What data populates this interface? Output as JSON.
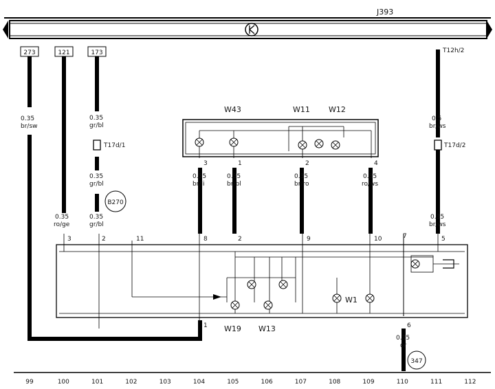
{
  "header": {
    "unit_label": "J393"
  },
  "top_boxes": [
    "273",
    "121",
    "173"
  ],
  "wires": {
    "w99": {
      "size": "0.35",
      "color": "br/sw"
    },
    "w100": {
      "size": "0.35",
      "color": "ro/ge"
    },
    "w101a": {
      "size": "0.35",
      "color": "gr/bl"
    },
    "w101b": {
      "size": "0.35",
      "color": "gr/bl"
    },
    "w101c": {
      "size": "0.35",
      "color": "gr/bl"
    },
    "w104": {
      "size": "0.35",
      "color": "br/li"
    },
    "w105": {
      "size": "0.35",
      "color": "br/bl"
    },
    "w107": {
      "size": "0.35",
      "color": "br/ro"
    },
    "w109": {
      "size": "0.35",
      "color": "ro/ws"
    },
    "w110": {
      "size": "0.35",
      "color": "or"
    },
    "w111a": {
      "size": "0.5",
      "color": "br/ws"
    },
    "w111b": {
      "size": "0.35",
      "color": "br/ws"
    }
  },
  "connectors": {
    "t12h2": "T12h/2",
    "t17d1": "T17d/1",
    "t17d2": "T17d/2",
    "b270": "B270",
    "ref347": "347"
  },
  "lamp_labels": {
    "w43": "W43",
    "w11": "W11",
    "w12": "W12",
    "w1": "W1",
    "w19": "W19",
    "w13": "W13"
  },
  "pins": {
    "p3a": "3",
    "p1a": "1",
    "p2a": "2",
    "p4a": "4",
    "p3": "3",
    "p2": "2",
    "p11": "11",
    "p8": "8",
    "p2b": "2",
    "p9": "9",
    "p10": "10",
    "p5": "5",
    "p1": "1",
    "p6": "6",
    "p7": "7"
  },
  "scale": [
    "99",
    "100",
    "101",
    "102",
    "103",
    "104",
    "105",
    "106",
    "107",
    "108",
    "109",
    "110",
    "111",
    "112"
  ]
}
